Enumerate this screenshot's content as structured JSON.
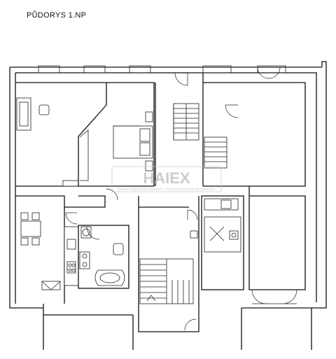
{
  "plan": {
    "title": "PŮDORYS 1.NP"
  },
  "watermark": {
    "logo": "HAIEX",
    "tagline": "Realitní doporučení projektu | The Home Friends Recommend"
  }
}
